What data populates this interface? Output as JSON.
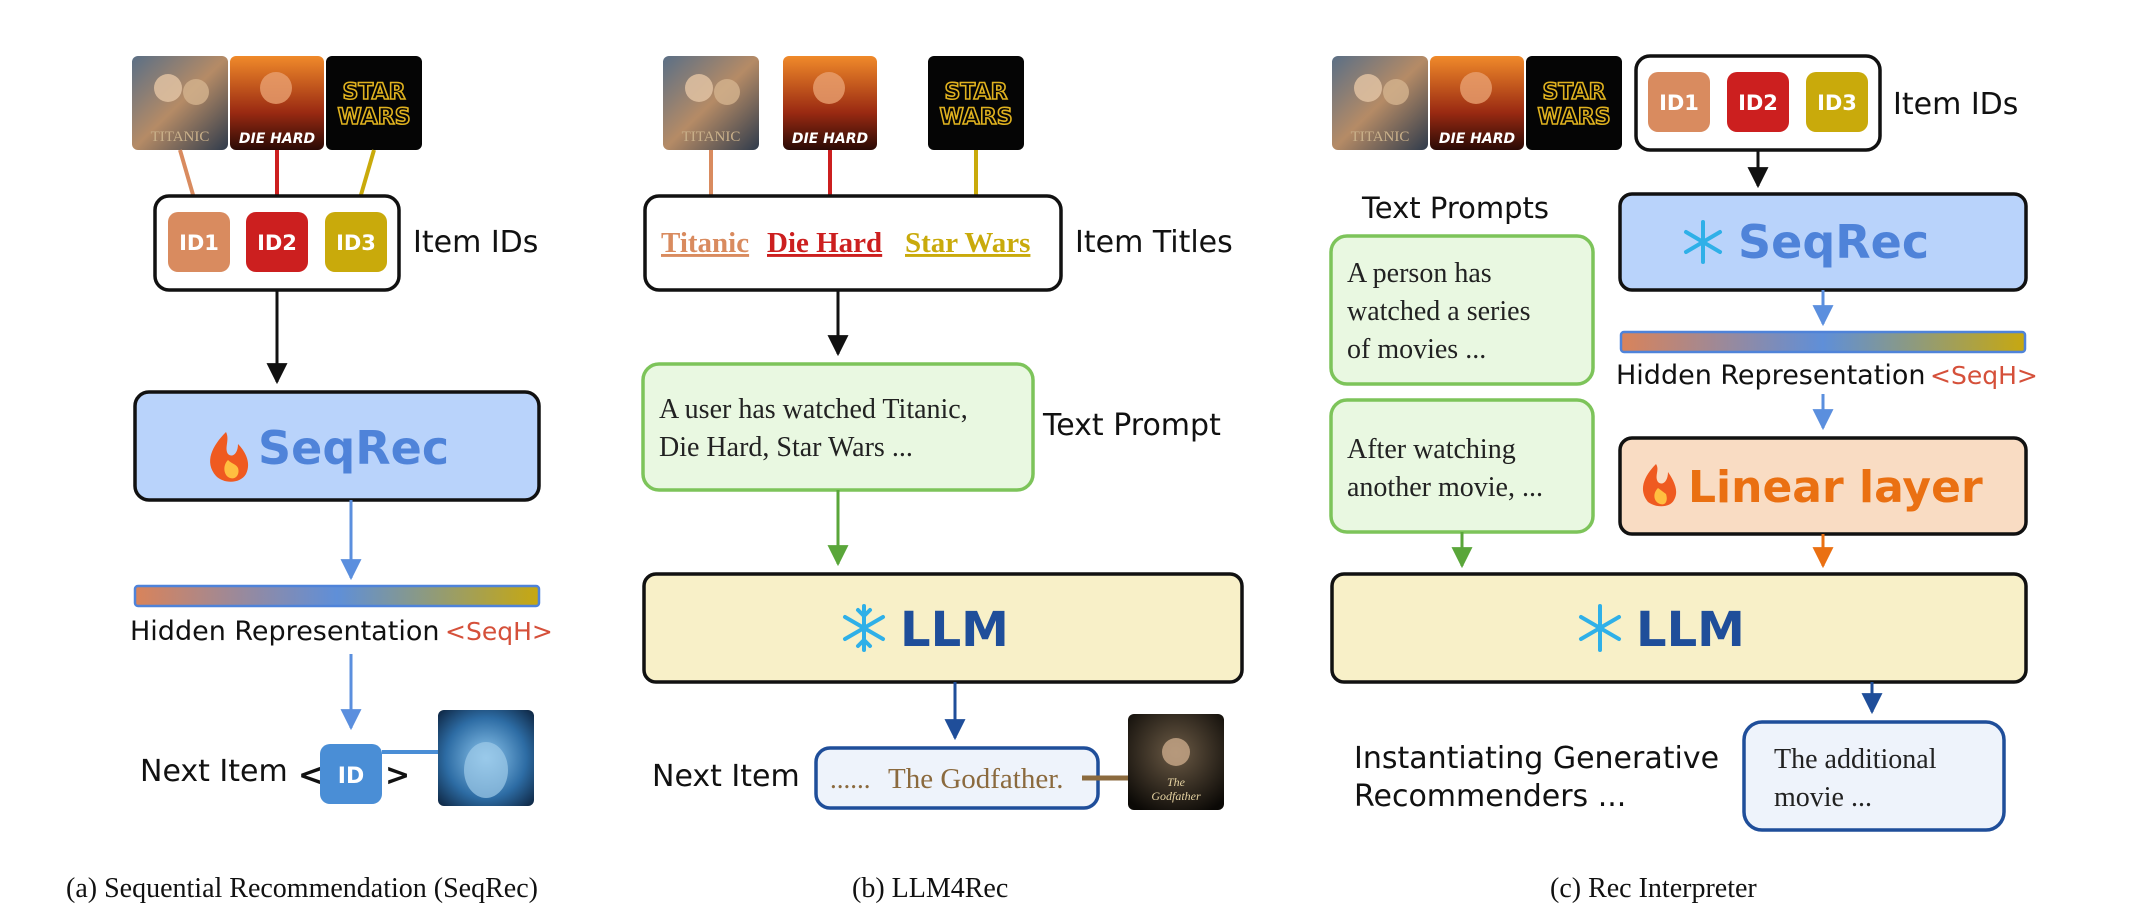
{
  "posters": {
    "titanic": {
      "main": "TITANIC",
      "color": "#c9b08a"
    },
    "diehard": {
      "main": "DIE HARD",
      "color": "#ffffff"
    },
    "starwars": {
      "main": "STAR",
      "sub": "WARS",
      "color": "#e0b21f"
    },
    "godfather": {
      "main": "The",
      "sub": "Godfather",
      "color": "#e6d3a2"
    }
  },
  "colors": {
    "id1": "#d98b5f",
    "id2": "#cc1f1f",
    "id3": "#c9aa0b",
    "seqrec_fill": "#b9d3fb",
    "seqrec_text": "#4f83d9",
    "llm_fill": "#f8f0c8",
    "llm_text": "#1f4e9a",
    "prompt_fill": "#e9f8e1",
    "prompt_border": "#7dc45a",
    "linear_fill": "#f9dcc3",
    "linear_text": "#ea7012",
    "output_border": "#1f4e9a",
    "hidden_gradient": [
      "#d9835a",
      "#5f8fd8",
      "#c7a810"
    ],
    "seqh": "#d5503a",
    "blue_arrow": "#5b8fde",
    "green_arrow": "#5aa63a",
    "orange_arrow": "#ea7012"
  },
  "panel_a": {
    "ids": [
      "ID1",
      "ID2",
      "ID3"
    ],
    "item_ids_label": "Item IDs",
    "seqrec_label": "SeqRec",
    "hidden_label": "Hidden Representation",
    "seqh": "<SeqH>",
    "next_item_label": "Next Item",
    "id_token": "ID",
    "caption": "(a)  Sequential Recommendation (SeqRec)"
  },
  "panel_b": {
    "titles": [
      "Titanic",
      "Die Hard",
      "Star Wars"
    ],
    "item_titles_label": "Item Titles",
    "prompt_lines": [
      "A user has watched Titanic,",
      "Die Hard, Star Wars ..."
    ],
    "text_prompt_label": "Text Prompt",
    "llm_label": "LLM",
    "next_item_label": "Next Item",
    "output_prefix": "......",
    "output_title": "The Godfather.",
    "caption": "(b)  LLM4Rec"
  },
  "panel_c": {
    "ids": [
      "ID1",
      "ID2",
      "ID3"
    ],
    "item_ids_label": "Item IDs",
    "text_prompts_label": "Text Prompts",
    "prompt1_lines": [
      "A person has",
      "watched a series",
      "of movies ..."
    ],
    "prompt2_lines": [
      "After watching",
      "another movie, ..."
    ],
    "seqrec_label": "SeqRec",
    "hidden_label": "Hidden Representation",
    "seqh": "<SeqH>",
    "linear_label": "Linear layer",
    "llm_label": "LLM",
    "instantiating_lines": [
      "Instantiating Generative",
      "Recommenders ..."
    ],
    "output_lines": [
      "The additional",
      "movie ..."
    ],
    "caption": "(c)  Rec Interpreter"
  }
}
